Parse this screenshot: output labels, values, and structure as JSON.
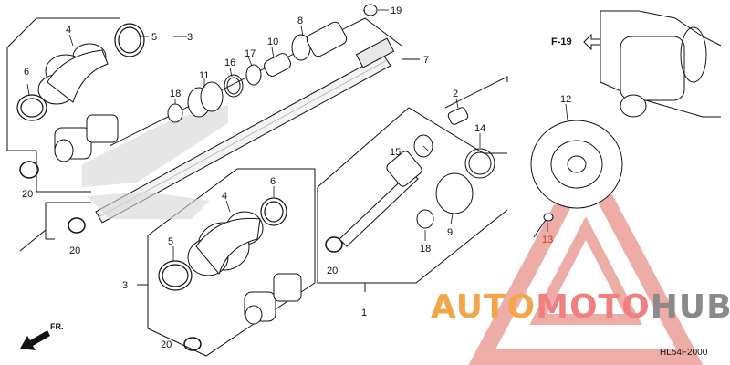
{
  "diagram": {
    "reference_label": "F-19",
    "front_label": "FR.",
    "diagram_code": "HL54F2000",
    "watermark": {
      "part1": "AUTO",
      "part2": "MOTO",
      "part3": "HUB"
    },
    "callouts": {
      "c1": "1",
      "c2": "2",
      "c3a": "3",
      "c3b": "3",
      "c4a": "4",
      "c4b": "4",
      "c5a": "5",
      "c5b": "5",
      "c6a": "6",
      "c6b": "6",
      "c7": "7",
      "c8": "8",
      "c9": "9",
      "c10": "10",
      "c11": "11",
      "c12": "12",
      "c13": "13",
      "c14": "14",
      "c15": "15",
      "c16": "16",
      "c17": "17",
      "c18a": "18",
      "c18b": "18",
      "c19": "19",
      "c20a": "20",
      "c20b": "20",
      "c20c": "20",
      "c20d": "20"
    }
  }
}
